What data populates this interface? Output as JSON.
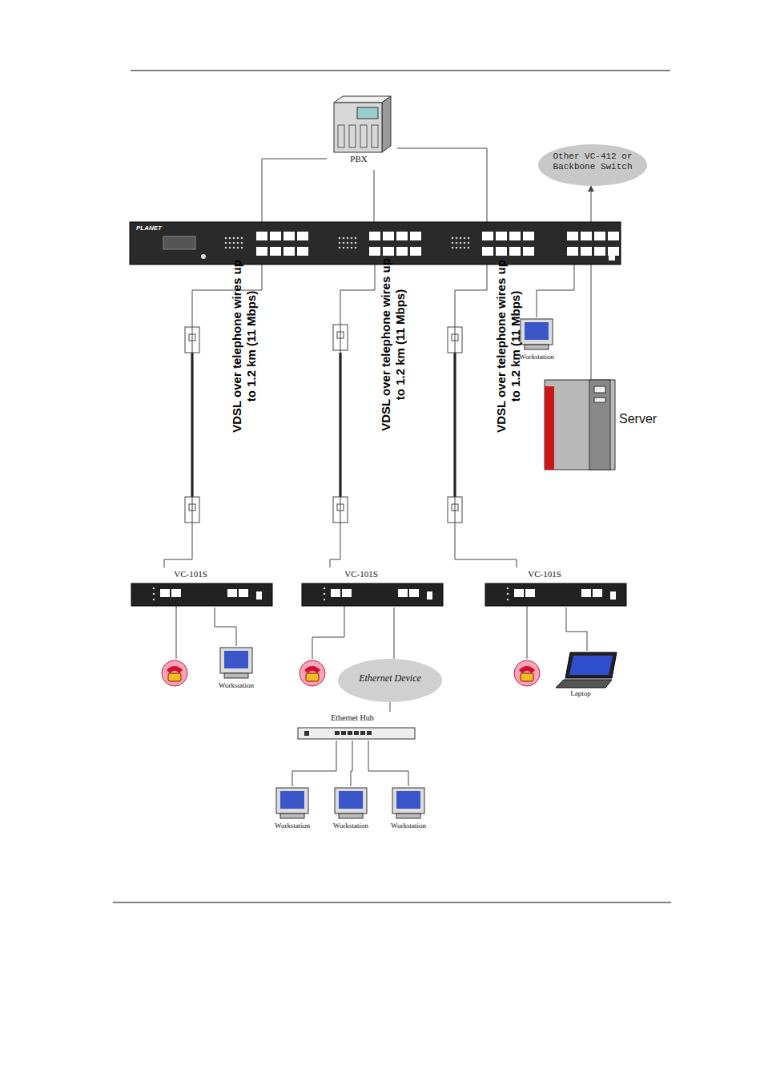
{
  "diagram": {
    "nodes": [
      {
        "text": [
          "PBX"
        ]
      },
      {
        "text": [
          "Other VC-412 or Backbone Switch"
        ]
      },
      {
        "text": [
          "PLANET"
        ]
      },
      {
        "text": [
          "Workstation"
        ]
      },
      {
        "text": [
          "Server"
        ]
      },
      {
        "text": [
          "VC-101S"
        ]
      },
      {
        "text": [
          "VC-101S"
        ]
      },
      {
        "text": [
          "VC-101S"
        ]
      },
      {
        "text": [
          "Workstation"
        ]
      },
      {
        "text": [
          "Ethernet Device"
        ]
      },
      {
        "text": [
          "Ethernet Hub"
        ]
      },
      {
        "text": [
          "Workstation"
        ]
      },
      {
        "text": [
          "Workstation"
        ]
      },
      {
        "text": [
          "Workstation"
        ]
      },
      {
        "text": [
          "Laptop"
        ]
      }
    ],
    "edges": [
      {
        "from": 0,
        "to": 2,
        "arrow": "none"
      },
      {
        "from": 0,
        "to": 2,
        "arrow": "none"
      },
      {
        "from": 0,
        "to": 2,
        "arrow": "none"
      },
      {
        "from": 2,
        "to": 1,
        "arrow": "to"
      },
      {
        "from": 4,
        "to": 2,
        "arrow": "none"
      },
      {
        "from": 2,
        "to": 3,
        "arrow": "none"
      },
      {
        "from": 2,
        "to": 5,
        "label": "VDSL over telephone wires up to 1.2 km (11 Mbps)",
        "arrow": "none"
      },
      {
        "from": 2,
        "to": 6,
        "label": "VDSL over telephone wires up to 1.2 km (11 Mbps)",
        "arrow": "none"
      },
      {
        "from": 2,
        "to": 7,
        "label": "VDSL over telephone wires up to 1.2 km (11 Mbps)",
        "arrow": "none"
      },
      {
        "from": 5,
        "to": 8,
        "arrow": "none"
      },
      {
        "from": 6,
        "to": 9,
        "arrow": "none"
      },
      {
        "from": 9,
        "to": 10,
        "arrow": "none"
      },
      {
        "from": 10,
        "to": 11,
        "arrow": "none"
      },
      {
        "from": 10,
        "to": 12,
        "arrow": "none"
      },
      {
        "from": 10,
        "to": 13,
        "arrow": "none"
      },
      {
        "from": 7,
        "to": 14,
        "arrow": "none"
      }
    ]
  }
}
